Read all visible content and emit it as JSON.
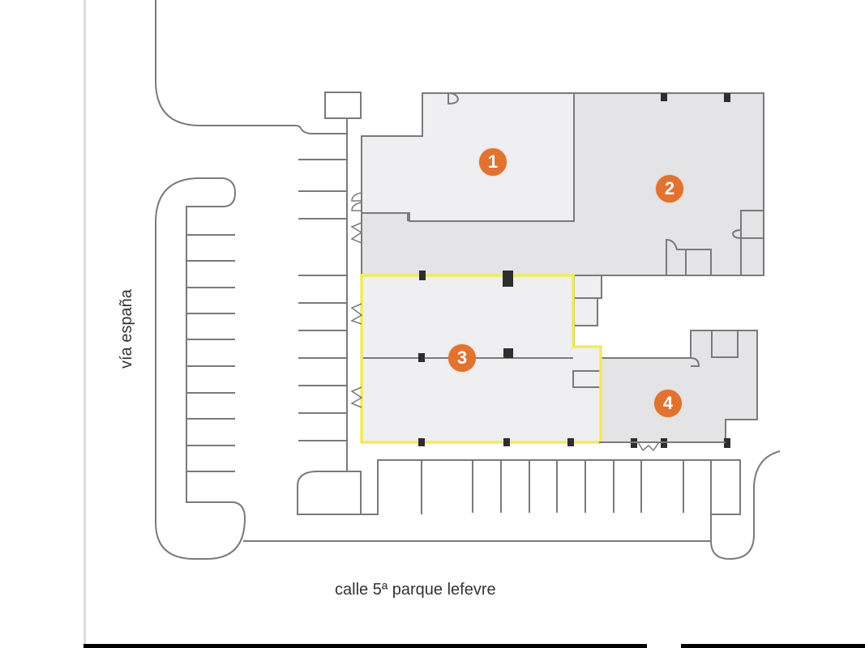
{
  "plan": {
    "type": "site floor plan",
    "colors": {
      "line": "#7a7a7a",
      "unit_light": "#efeff1",
      "unit_mid": "#e4e4e6",
      "highlight": "#f0ec5a",
      "badge": "#e2722f",
      "column": "#2e2e2e",
      "text": "#333333"
    },
    "streets": {
      "left": "vía españa",
      "bottom": "calle 5ª parque lefevre"
    },
    "units": [
      {
        "id": "1",
        "label": "1",
        "highlighted": false
      },
      {
        "id": "2",
        "label": "2",
        "highlighted": false
      },
      {
        "id": "3",
        "label": "3",
        "highlighted": true
      },
      {
        "id": "4",
        "label": "4",
        "highlighted": false
      }
    ]
  }
}
